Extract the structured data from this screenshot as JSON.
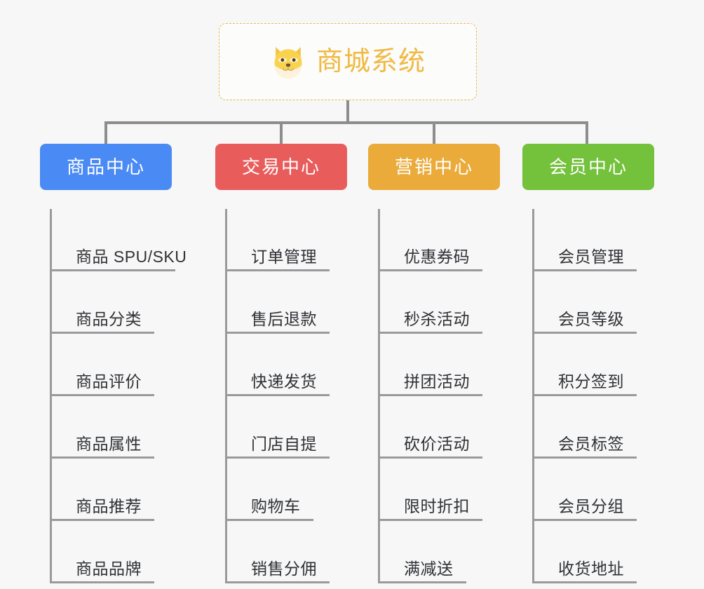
{
  "root": {
    "label": "商城系统",
    "icon": "shiba-dog-face-icon",
    "border_color": "#e8b94e",
    "text_color": "#f0b942",
    "background": "#fcfcfb"
  },
  "canvas": {
    "background": "#f7f7f7",
    "connector_color": "#8d8d8d"
  },
  "branches": [
    {
      "label": "商品中心",
      "color": "#4a8af4",
      "items": [
        "商品 SPU/SKU",
        "商品分类",
        "商品评价",
        "商品属性",
        "商品推荐",
        "商品品牌"
      ]
    },
    {
      "label": "交易中心",
      "color": "#e85c5c",
      "items": [
        "订单管理",
        "售后退款",
        "快递发货",
        "门店自提",
        "购物车",
        "销售分佣"
      ]
    },
    {
      "label": "营销中心",
      "color": "#eaab3b",
      "items": [
        "优惠券码",
        "秒杀活动",
        "拼团活动",
        "砍价活动",
        "限时折扣",
        "满减送"
      ]
    },
    {
      "label": "会员中心",
      "color": "#74c13c",
      "items": [
        "会员管理",
        "会员等级",
        "积分签到",
        "会员标签",
        "会员分组",
        "收货地址"
      ]
    }
  ]
}
